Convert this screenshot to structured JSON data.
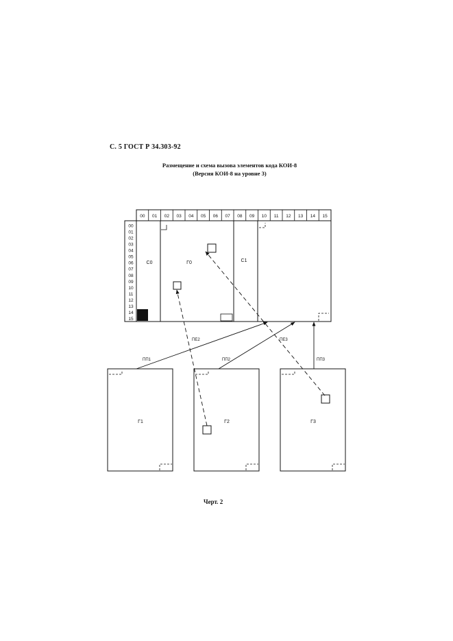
{
  "header": "С. 5 ГОСТ Р 34.303-92",
  "title_line1": "Размещение и схема вызова элементов кода КОИ-8",
  "title_line2": "(Версия КОИ-8 на уровне 3)",
  "caption": "Черт. 2",
  "columns": [
    "00",
    "01",
    "02",
    "03",
    "04",
    "05",
    "06",
    "07",
    "08",
    "09",
    "10",
    "11",
    "12",
    "13",
    "14",
    "15"
  ],
  "rows": [
    "00",
    "01",
    "02",
    "03",
    "04",
    "05",
    "06",
    "07",
    "08",
    "09",
    "10",
    "11",
    "12",
    "13",
    "14",
    "15"
  ],
  "regions": {
    "c0": "C0",
    "g0": "Г0",
    "c1": "C1"
  },
  "sets": {
    "g1": "Г1",
    "g2": "Г2",
    "g3": "Г3"
  },
  "arrows": {
    "pp1": "ПП1",
    "pp2": "ПП2",
    "pp3": "ПП3",
    "pe2": "ПЕ2",
    "pe3": "ПЕ3"
  }
}
